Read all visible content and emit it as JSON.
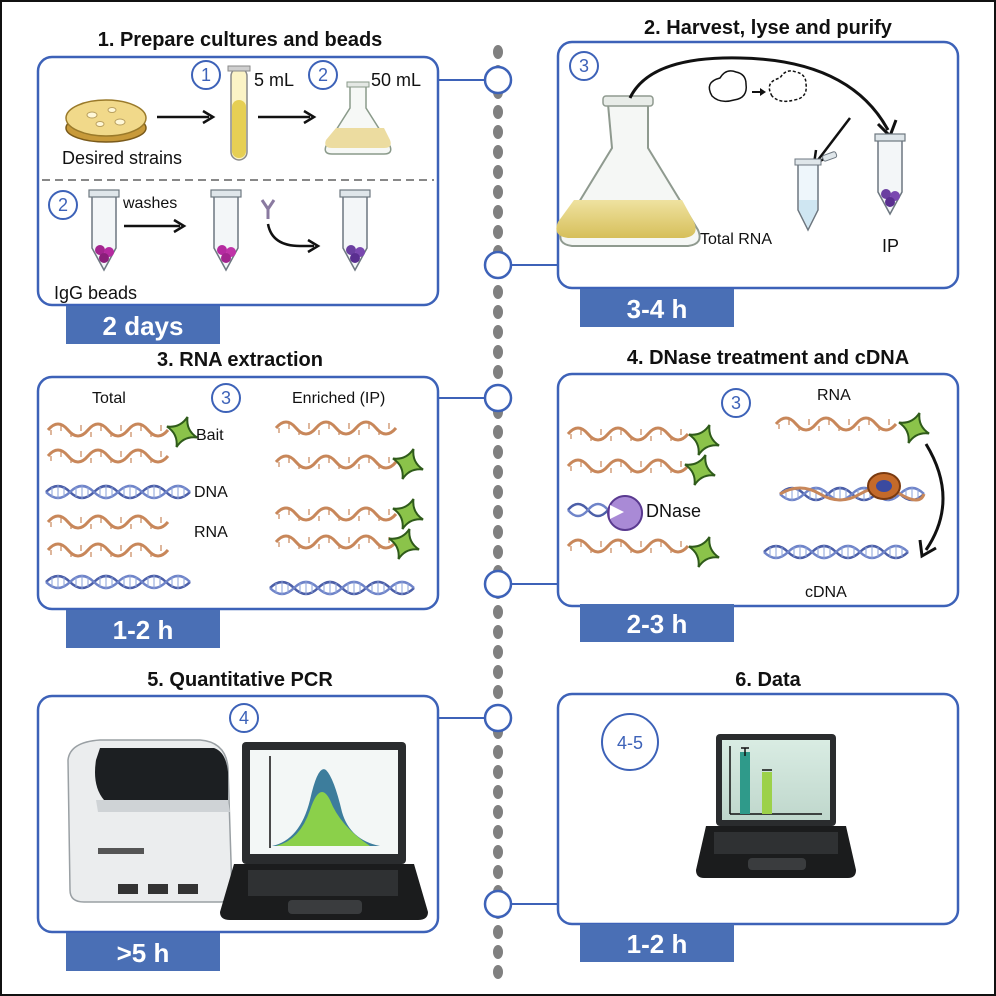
{
  "panels": [
    {
      "title": "1. Prepare cultures and beads",
      "duration": "2 days"
    },
    {
      "title": "2. Harvest, lyse and purify",
      "duration": "3-4 h"
    },
    {
      "title": "3. RNA extraction",
      "duration": "1-2 h"
    },
    {
      "title": "4. DNase treatment and cDNA",
      "duration": "2-3 h"
    },
    {
      "title": "5. Quantitative PCR",
      "duration": ">5 h"
    },
    {
      "title": "6. Data",
      "duration": "1-2 h"
    }
  ],
  "panel1": {
    "step_a": "1",
    "step_b": "2",
    "step_c": "2",
    "strains_label": "Desired strains",
    "vol_small": "5 mL",
    "vol_large": "50 mL",
    "washes_label": "washes",
    "beads_label": "IgG beads"
  },
  "panel2": {
    "step": "3",
    "total_rna_label": "Total RNA",
    "ip_label": "IP"
  },
  "panel3": {
    "step": "3",
    "total_label": "Total",
    "enriched_label": "Enriched (IP)",
    "bait_label": "Bait",
    "dna_label": "DNA",
    "rna_label": "RNA"
  },
  "panel4": {
    "step": "3",
    "rna_label": "RNA",
    "dnase_label": "DNase",
    "cdna_label": "cDNA"
  },
  "panel5": {
    "step": "4"
  },
  "panel6": {
    "step": "4-5"
  },
  "colors": {
    "border": "#3d62b8",
    "badge": "#4a6fb5",
    "rna": "#c8875a",
    "dna": "#4c5fa8",
    "bait": "#7ab648",
    "bead": "#8a3fa0",
    "culture": "#e8d27a",
    "dots": "#808080"
  },
  "icons": [
    "petri-dish-icon",
    "tube-icon",
    "flask-icon",
    "antibody-icon",
    "yeast-cell-icon",
    "bait-protein-icon",
    "dnase-enzyme-icon",
    "reverse-transcriptase-icon",
    "qpcr-machine-icon",
    "laptop-icon"
  ]
}
